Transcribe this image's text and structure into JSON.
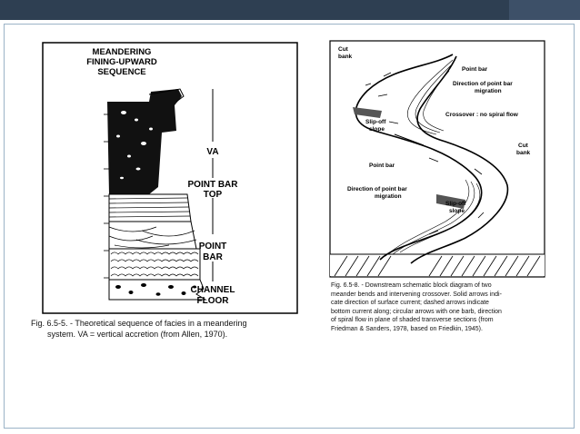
{
  "slide": {
    "theme": {
      "header_color": "#2e3f52",
      "frame_color": "#9bb3c7"
    }
  },
  "figure_left": {
    "title_lines": [
      "MEANDERING",
      "FINING-UPWARD",
      "SEQUENCE"
    ],
    "labels": {
      "va": "VA",
      "point_bar_top_1": "POINT BAR",
      "point_bar_top_2": "TOP",
      "point_bar_1": "POINT",
      "point_bar_2": "BAR",
      "channel_floor_1": "CHANNEL",
      "channel_floor_2": "FLOOR"
    },
    "caption_line1": "Fig. 6.5-5. - Theoretical sequence of facies in a meandering",
    "caption_line2": "system. VA = vertical accretion (from Allen, 1970)."
  },
  "figure_right": {
    "labels": {
      "cut_bank_top_1": "Cut",
      "cut_bank_top_2": "bank",
      "point_bar_top": "Point bar",
      "direction_top_1": "Direction of point bar",
      "direction_top_2": "migration",
      "slip_off_top_1": "Slip-off",
      "slip_off_top_2": "slope",
      "crossover": "Crossover : no spiral flow",
      "cut_bank_right_1": "Cut",
      "cut_bank_right_2": "bank",
      "point_bar_mid": "Point bar",
      "direction_mid_1": "Direction of point bar",
      "direction_mid_2": "migration",
      "slip_off_bottom_1": "Slip-off",
      "slip_off_bottom_2": "slope"
    },
    "caption_lines": [
      "Fig. 6.5-8. - Downstream schematic block diagram of two",
      "meander bends and intervening crossover. Solid arrows indi-",
      "cate direction of surface current; dashed arrows indicate",
      "bottom current along; circular arrows with one barb, direction",
      "of spiral flow in plane of shaded transverse sections (from",
      "Friedman & Sanders, 1978, based on Friedkin, 1945)."
    ]
  }
}
